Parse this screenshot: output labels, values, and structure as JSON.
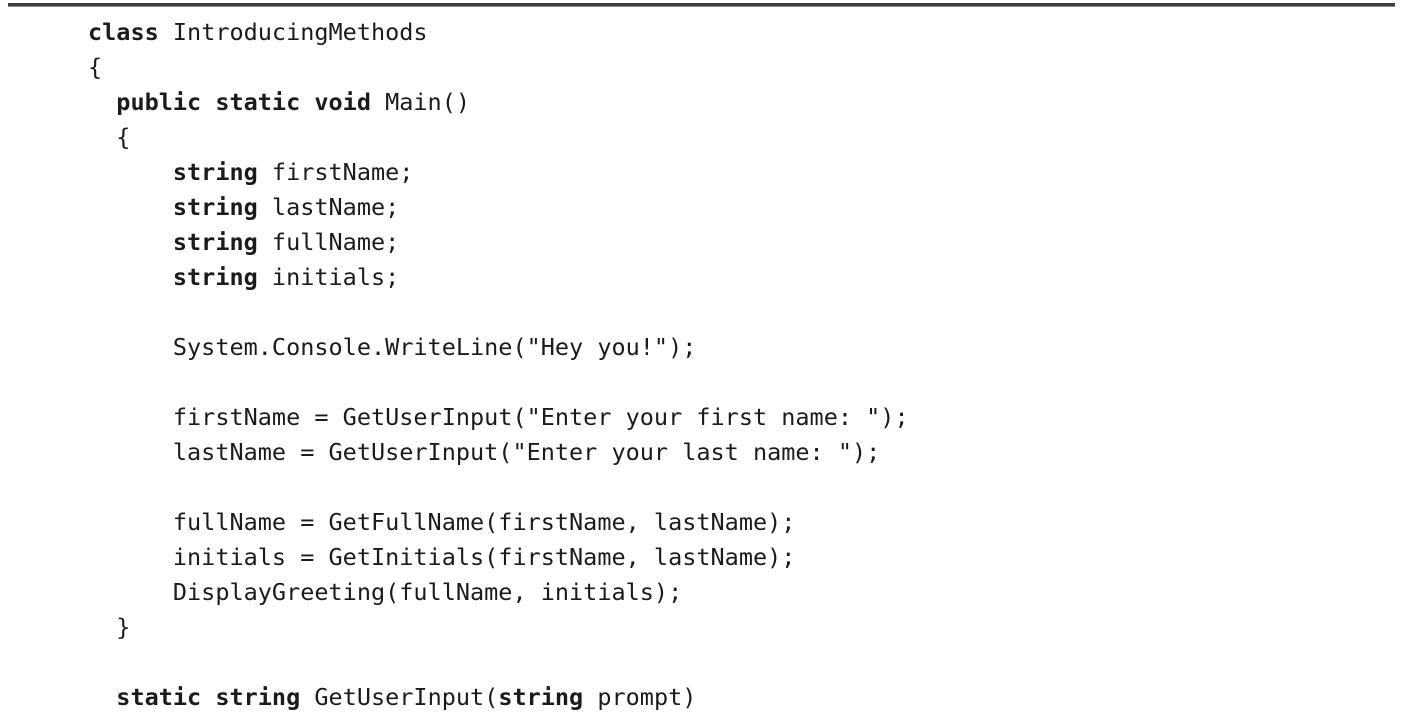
{
  "document": {
    "type": "code-listing",
    "language": "csharp",
    "class_name": "IntroducingMethods"
  },
  "colors": {
    "background": "#ffffff",
    "text": "#1b1b1b",
    "rule": "#3c3c3c"
  },
  "code": {
    "lines": [
      [
        {
          "t": "class",
          "b": true
        },
        {
          "t": " IntroducingMethods",
          "b": false
        }
      ],
      [
        {
          "t": "{",
          "b": false
        }
      ],
      [
        {
          "t": "  ",
          "b": false
        },
        {
          "t": "public static void",
          "b": true
        },
        {
          "t": " Main()",
          "b": false
        }
      ],
      [
        {
          "t": "  {",
          "b": false
        }
      ],
      [
        {
          "t": "      ",
          "b": false
        },
        {
          "t": "string",
          "b": true
        },
        {
          "t": " firstName;",
          "b": false
        }
      ],
      [
        {
          "t": "      ",
          "b": false
        },
        {
          "t": "string",
          "b": true
        },
        {
          "t": " lastName;",
          "b": false
        }
      ],
      [
        {
          "t": "      ",
          "b": false
        },
        {
          "t": "string",
          "b": true
        },
        {
          "t": " fullName;",
          "b": false
        }
      ],
      [
        {
          "t": "      ",
          "b": false
        },
        {
          "t": "string",
          "b": true
        },
        {
          "t": " initials;",
          "b": false
        }
      ],
      [],
      [
        {
          "t": "      System.Console.WriteLine(\"Hey you!\");",
          "b": false
        }
      ],
      [],
      [
        {
          "t": "      firstName = GetUserInput(\"Enter your first name: \");",
          "b": false
        }
      ],
      [
        {
          "t": "      lastName = GetUserInput(\"Enter your last name: \");",
          "b": false
        }
      ],
      [],
      [
        {
          "t": "      fullName = GetFullName(firstName, lastName);",
          "b": false
        }
      ],
      [
        {
          "t": "      initials = GetInitials(firstName, lastName);",
          "b": false
        }
      ],
      [
        {
          "t": "      DisplayGreeting(fullName, initials);",
          "b": false
        }
      ],
      [
        {
          "t": "  }",
          "b": false
        }
      ],
      [],
      [
        {
          "t": "  ",
          "b": false
        },
        {
          "t": "static string",
          "b": true
        },
        {
          "t": " GetUserInput(",
          "b": false
        },
        {
          "t": "string",
          "b": true
        },
        {
          "t": " prompt)",
          "b": false
        }
      ]
    ]
  }
}
